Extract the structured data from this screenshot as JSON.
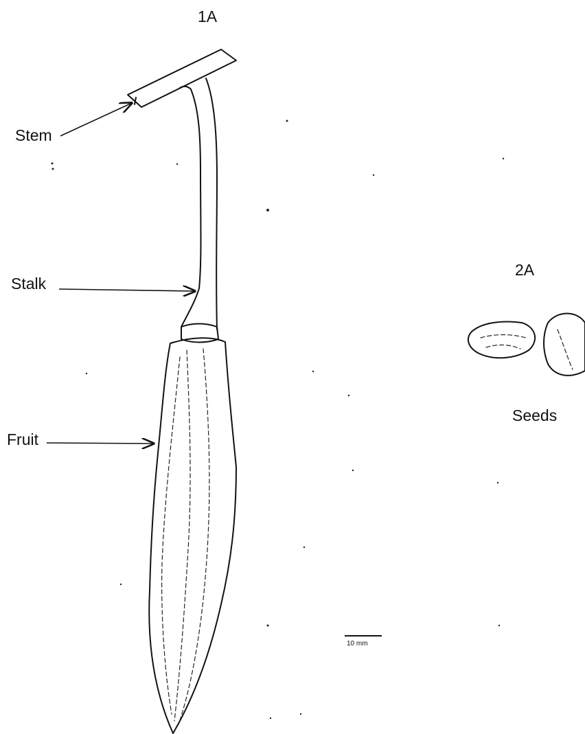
{
  "figure_1": {
    "title": "1A",
    "labels": {
      "stem": "Stem",
      "stalk": "Stalk",
      "fruit": "Fruit"
    },
    "scale_bar": "10 mm"
  },
  "figure_2": {
    "title": "2A",
    "caption": "Seeds"
  },
  "colors": {
    "ink": "#111111",
    "background": "#ffffff"
  }
}
